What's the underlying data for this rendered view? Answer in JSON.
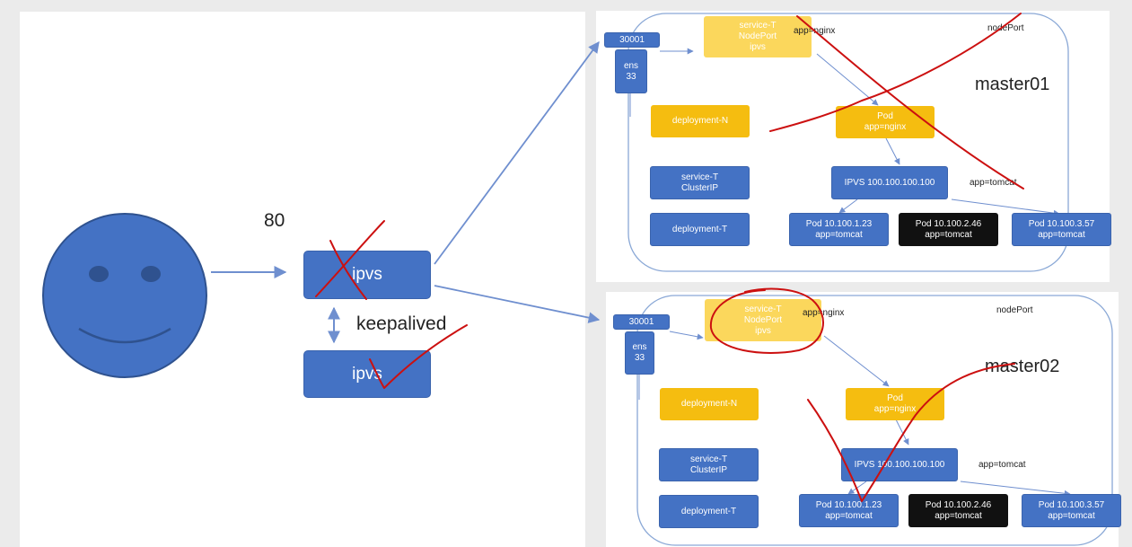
{
  "left": {
    "port_label": "80",
    "ipvs_top_label": "ipvs",
    "ipvs_bottom_label": "ipvs",
    "keepalived_label": "keepalived"
  },
  "masters": [
    {
      "host_label": "master01",
      "nodeport_label": "nodePort",
      "port_box": "30001",
      "ens_box": [
        "ens",
        "33"
      ],
      "service_nodeport": [
        "service-T",
        "NodePort",
        "ipvs"
      ],
      "app_nginx_label": "app=nginx",
      "deployment_n": "deployment-N",
      "pod_nginx": [
        "Pod",
        "app=nginx"
      ],
      "service_clusterip": [
        "service-T",
        "ClusterIP"
      ],
      "ipvs_cluster": "IPVS  100.100.100.100",
      "app_tomcat_label": "app=tomcat",
      "deployment_t": "deployment-T",
      "pods": [
        {
          "line1": "Pod  10.100.1.23",
          "line2": "app=tomcat"
        },
        {
          "line1": "Pod  10.100.2.46",
          "line2": "app=tomcat"
        },
        {
          "line1": "Pod  10.100.3.57",
          "line2": "app=tomcat"
        }
      ]
    },
    {
      "host_label": "master02",
      "nodeport_label": "nodePort",
      "port_box": "30001",
      "ens_box": [
        "ens",
        "33"
      ],
      "service_nodeport": [
        "service-T",
        "NodePort",
        "ipvs"
      ],
      "app_nginx_label": "app=nginx",
      "deployment_n": "deployment-N",
      "pod_nginx": [
        "Pod",
        "app=nginx"
      ],
      "service_clusterip": [
        "service-T",
        "ClusterIP"
      ],
      "ipvs_cluster": "IPVS  100.100.100.100",
      "app_tomcat_label": "app=tomcat",
      "deployment_t": "deployment-T",
      "pods": [
        {
          "line1": "Pod  10.100.1.23",
          "line2": "app=tomcat"
        },
        {
          "line1": "Pod  10.100.2.46",
          "line2": "app=tomcat"
        },
        {
          "line1": "Pod  10.100.3.57",
          "line2": "app=tomcat"
        }
      ]
    }
  ],
  "colors": {
    "blue": "#4472c4",
    "gold": "#f5bd10",
    "light_gold": "#fbd75c",
    "black": "#111111",
    "annotation_red": "#cc1010",
    "arrow": "#6f8fcf"
  }
}
